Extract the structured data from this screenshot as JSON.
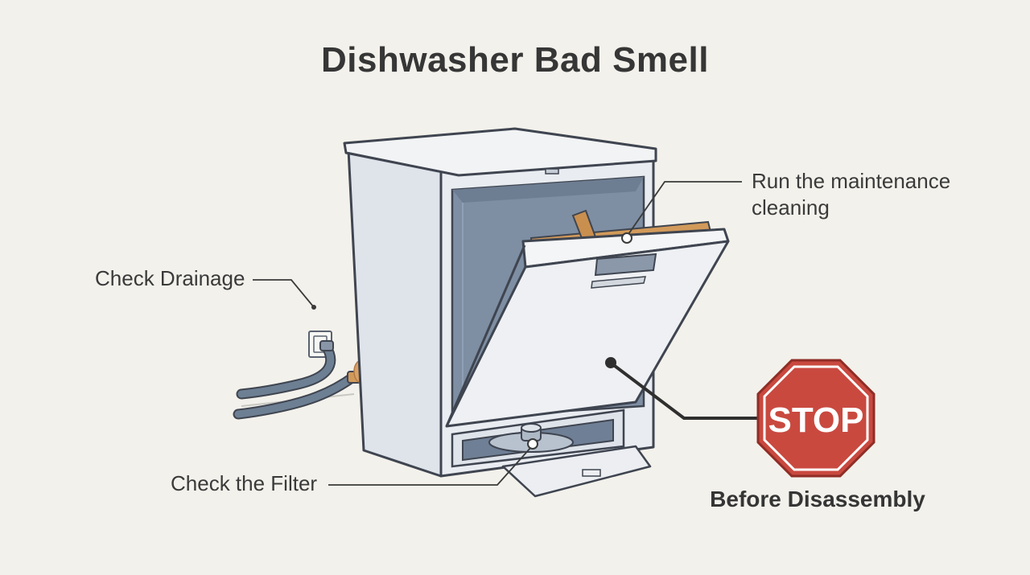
{
  "title": "Dishwasher Bad Smell",
  "callouts": {
    "drainage": "Check Drainage",
    "filter": "Check the Filter",
    "maintenance": "Run the maintenance cleaning",
    "before": "Before Disassembly"
  },
  "stop_sign": {
    "text": "STOP",
    "color": "#c9493f"
  },
  "colors": {
    "background": "#f3f1eb",
    "outline": "#3f4550",
    "body": "#e6e9ee",
    "interior": "#7e8ea3",
    "rack_accent": "#d29a5a",
    "hose": "#6d7f93"
  },
  "icons": [
    "power-outlet-icon",
    "drain-hose-icon",
    "spray-arm-icon",
    "filter-icon",
    "stop-sign-icon"
  ]
}
